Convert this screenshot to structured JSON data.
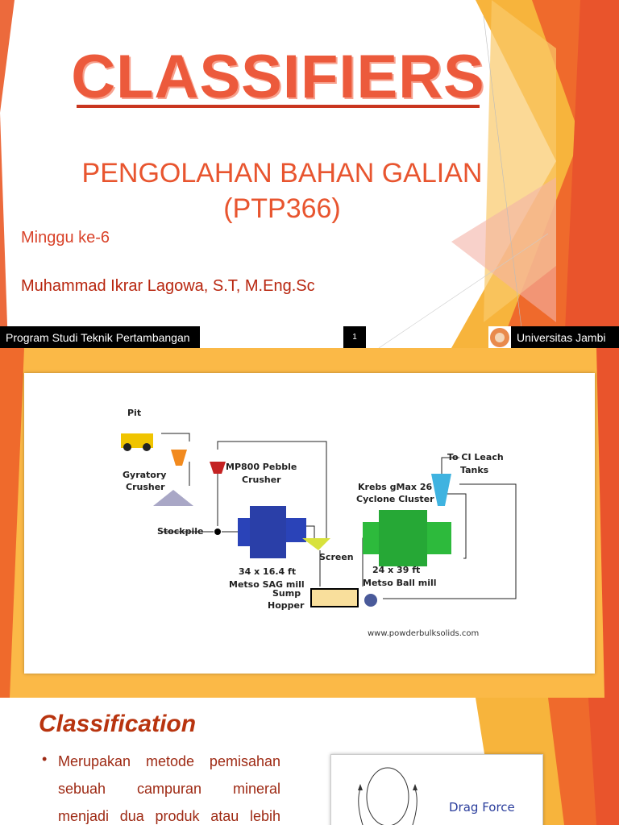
{
  "slide1": {
    "title": "CLASSIFIERS",
    "subtitle_line1": "PENGOLAHAN BAHAN GALIAN",
    "subtitle_line2": "(PTP366)",
    "week": "Minggu ke-6",
    "author": "Muhammad Ikrar Lagowa, S.T, M.Eng.Sc",
    "footer_left": "Program Studi Teknik Pertambangan",
    "page_number": "1",
    "footer_right": "Universitas Jambi"
  },
  "slide2": {
    "diagram": {
      "pit": "Pit",
      "gyratory1": "Gyratory",
      "gyratory2": "Crusher",
      "stockpile": "Stockpile",
      "pebble1": "MP800 Pebble",
      "pebble2": "Crusher",
      "sag1": "34 x 16.4 ft",
      "sag2": "Metso SAG mill",
      "screen": "Screen",
      "sump1": "Sump",
      "sump2": "Hopper",
      "ball1": "24 x 39 ft",
      "ball2": "Metso Ball mill",
      "cyclone1": "Krebs gMax 26",
      "cyclone2": "Cyclone Cluster",
      "leach1": "To CI Leach",
      "leach2": "Tanks",
      "source": "www.powderbulksolids.com"
    }
  },
  "slide3": {
    "heading": "Classification",
    "bullet_lines": [
      "Merupakan metode pemisahan",
      "sebuah campuran mineral",
      "menjadi dua produk atau lebih"
    ],
    "figure_label": "Drag Force"
  },
  "colors": {
    "accent": "#ec5a3c",
    "orange": "#f07b2a",
    "yellow": "#fbb947",
    "dark_red": "#b8340f"
  }
}
